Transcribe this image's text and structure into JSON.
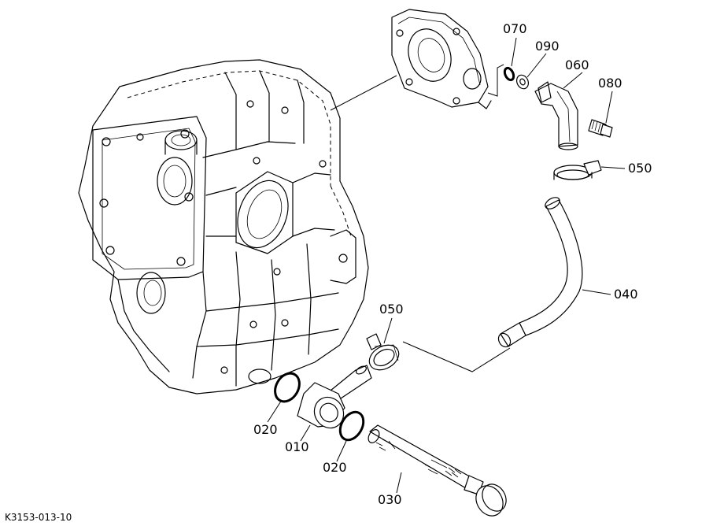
{
  "figure_code": "K3153-013-10",
  "callouts": [
    {
      "key": "070",
      "text": "070"
    },
    {
      "key": "090",
      "text": "090"
    },
    {
      "key": "060",
      "text": "060"
    },
    {
      "key": "080",
      "text": "080"
    },
    {
      "key": "050a",
      "text": "050"
    },
    {
      "key": "040",
      "text": "040"
    },
    {
      "key": "050b",
      "text": "050"
    },
    {
      "key": "020a",
      "text": "020"
    },
    {
      "key": "010",
      "text": "010"
    },
    {
      "key": "020b",
      "text": "020"
    },
    {
      "key": "030",
      "text": "030"
    }
  ]
}
